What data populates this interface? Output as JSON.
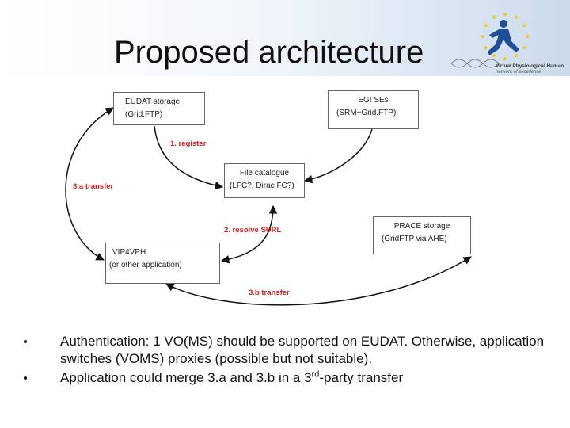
{
  "slide": {
    "title": "Proposed architecture"
  },
  "logo": {
    "line1": "Virtual Physiological Human",
    "line2": "network of excellence",
    "star_color": "#f1c40f",
    "figure_color": "#1f4e9a"
  },
  "diagram": {
    "boxes": {
      "eudat": {
        "line1": "EUDAT storage",
        "line2": "(Grid.FTP)"
      },
      "egi": {
        "line1": "EGI SEs",
        "line2": "(SRM+Grid.FTP)"
      },
      "catalogue": {
        "line1": "File catalogue",
        "line2": "(LFC?, Dirac FC?)"
      },
      "vip": {
        "line1": "VIP4VPH",
        "line2": "(or other application)"
      },
      "prace": {
        "line1": "PRACE storage",
        "line2": "(GridFTP via AHE)"
      }
    },
    "labels": {
      "register": "1. register",
      "transfer_a": "3.a transfer",
      "resolve": "2. resolve SURL",
      "transfer_b": "3.b transfer"
    },
    "label_color": "#e01b1b"
  },
  "bullets": {
    "item1": "Authentication: 1 VO(MS) should be supported on EUDAT. Otherwise, application switches (VOMS) proxies (possible but not suitable).",
    "item2_before": "Application could merge 3.a and 3.b in a 3",
    "item2_sup": "rd",
    "item2_after": "-party transfer"
  }
}
